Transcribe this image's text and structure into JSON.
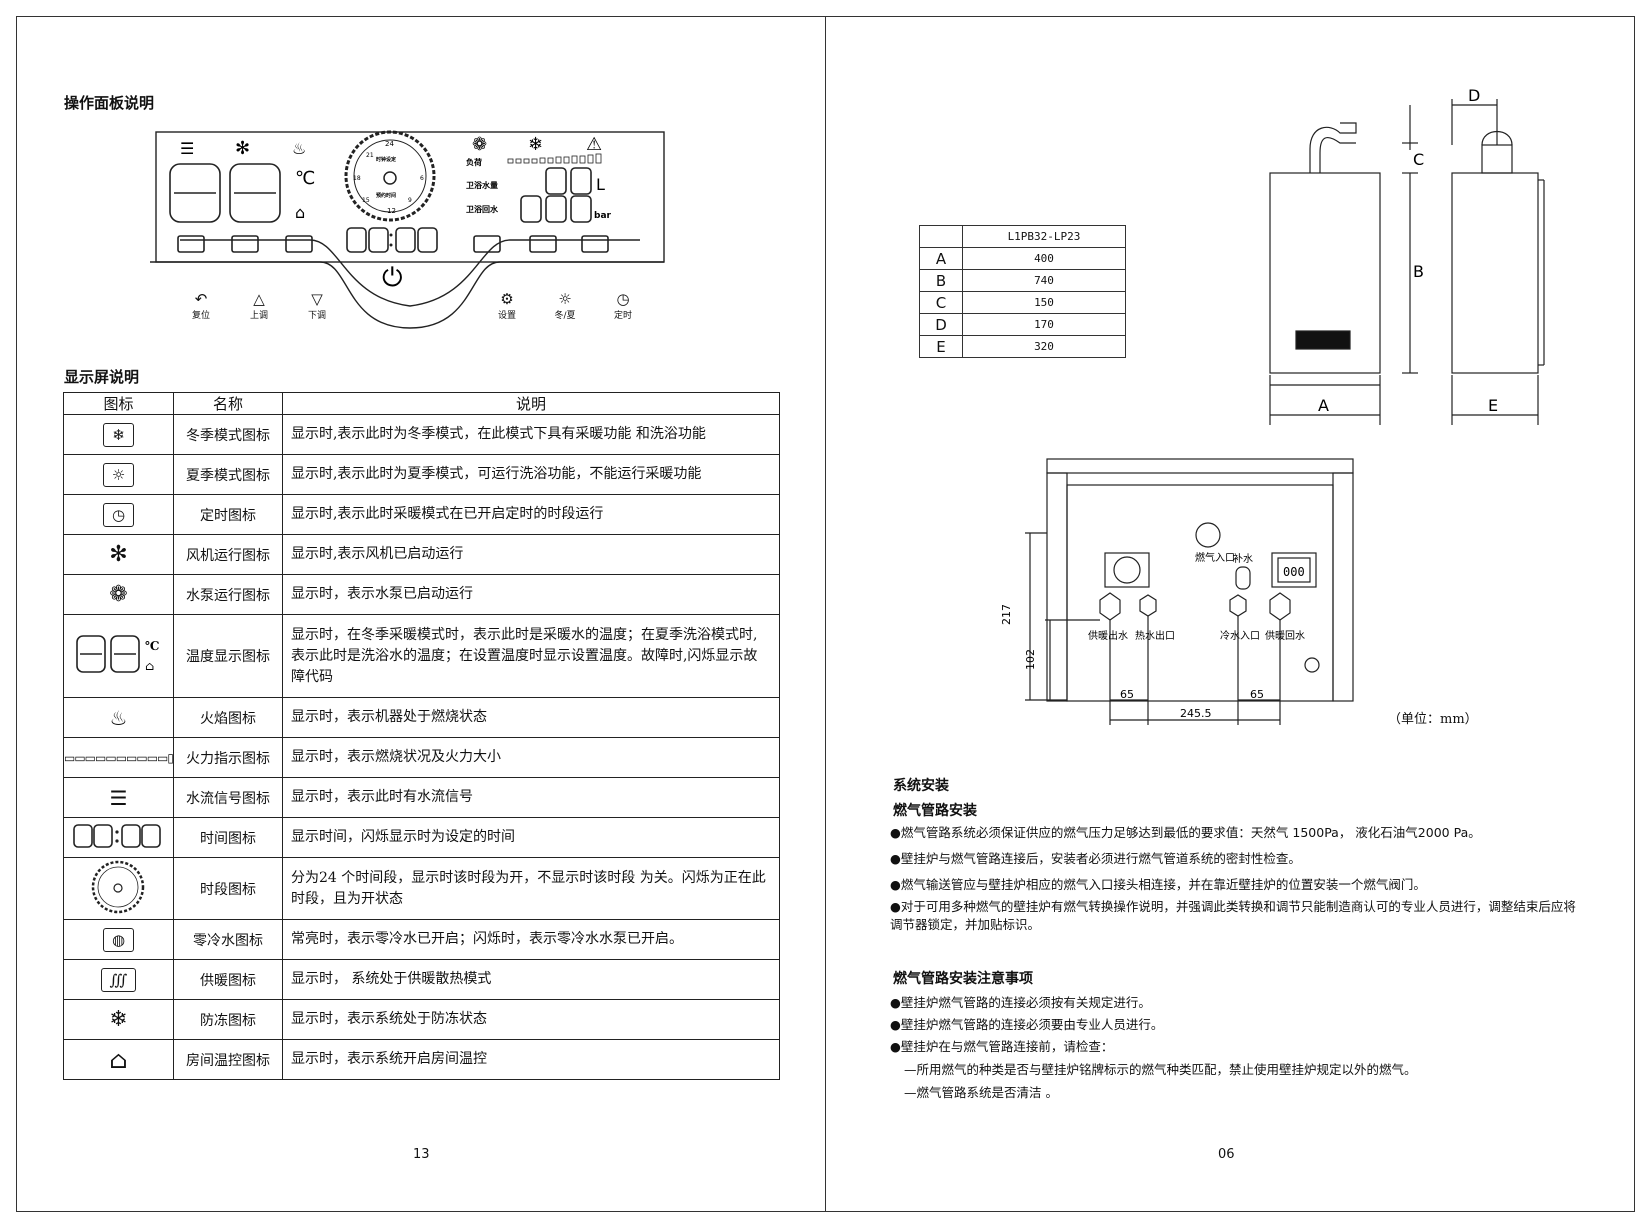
{
  "left_page": {
    "section1_title": "操作面板说明",
    "panel": {
      "readouts": {
        "load": "负荷",
        "dhw_flow": "卫浴水量",
        "dhw_return": "卫浴回水",
        "unit_L": "L",
        "unit_bar": "bar",
        "celsius": "℃"
      },
      "clock": {
        "top": "24",
        "left": "18",
        "right": "6",
        "bottom": "12",
        "n21": "21",
        "n15": "15",
        "n3": "3",
        "n9": "9",
        "inner_top": "时钟设定",
        "inner_bottom": "预约时间"
      },
      "buttons": [
        {
          "label": "复位",
          "icon": "undo-icon"
        },
        {
          "label": "上调",
          "icon": "up-triangle-icon"
        },
        {
          "label": "下调",
          "icon": "down-triangle-icon"
        },
        {
          "label": "设置",
          "icon": "settings-icon"
        },
        {
          "label": "冬/夏",
          "icon": "sun-snow-icon"
        },
        {
          "label": "定时",
          "icon": "timer-icon"
        }
      ]
    },
    "section2_title": "显示屏说明",
    "table": {
      "headers": [
        "图标",
        "名称",
        "说明"
      ],
      "rows": [
        {
          "icon": "snowflake-icon",
          "name": "冬季模式图标",
          "desc": "显示时,表示此时为冬季模式，在此模式下具有采暖功能 和洗浴功能"
        },
        {
          "icon": "sun-icon",
          "name": "夏季模式图标",
          "desc": "显示时,表示此时为夏季模式，可运行洗浴功能，不能运行采暖功能"
        },
        {
          "icon": "clock-icon",
          "name": "定时图标",
          "desc": "显示时,表示此时采暖模式在已开启定时的时段运行"
        },
        {
          "icon": "fan-icon",
          "name": "风机运行图标",
          "desc": "显示时,表示风机已启动运行"
        },
        {
          "icon": "pump-icon",
          "name": "水泵运行图标",
          "desc": "显示时，表示水泵已启动运行"
        },
        {
          "icon": "temperature-display-icon",
          "name": "温度显示图标",
          "desc": "显示时，在冬季采暖模式时，表示此时是采暖水的温度；在夏季洗浴模式时,表示此时是洗浴水的温度；在设置温度时显示设置温度。故障时,闪烁显示故障代码"
        },
        {
          "icon": "flame-icon",
          "name": "火焰图标",
          "desc": "显示时，表示机器处于燃烧状态"
        },
        {
          "icon": "power-level-icon",
          "name": "火力指示图标",
          "desc": "显示时，表示燃烧状况及火力大小"
        },
        {
          "icon": "water-flow-icon",
          "name": "水流信号图标",
          "desc": "显示时，表示此时有水流信号"
        },
        {
          "icon": "time-digits-icon",
          "name": "时间图标",
          "desc": "显示时间，闪烁显示时为设定的时间"
        },
        {
          "icon": "time-period-dial-icon",
          "name": "时段图标",
          "desc": "分为24 个时间段，显示时该时段为开，不显示时该时段 为关。闪烁为正在此时段，且为开状态"
        },
        {
          "icon": "cold-water-icon",
          "name": "零冷水图标",
          "desc": "常亮时，表示零冷水已开启；闪烁时，表示零冷水水泵已开启。"
        },
        {
          "icon": "radiator-icon",
          "name": "供暖图标",
          "desc": "显示时， 系统处于供暖散热模式"
        },
        {
          "icon": "antifreeze-icon",
          "name": "防冻图标",
          "desc": "显示时，表示系统处于防冻状态"
        },
        {
          "icon": "room-thermostat-icon",
          "name": "房间温控图标",
          "desc": "显示时，表示系统开启房间温控"
        }
      ]
    },
    "page_number": "13"
  },
  "right_page": {
    "spec_table": {
      "model": "L1PB32-LP23",
      "rows": [
        {
          "key": "A",
          "value": "400"
        },
        {
          "key": "B",
          "value": "740"
        },
        {
          "key": "C",
          "value": "150"
        },
        {
          "key": "D",
          "value": "170"
        },
        {
          "key": "E",
          "value": "320"
        }
      ]
    },
    "dims": {
      "A": "A",
      "B": "B",
      "C": "C",
      "D": "D",
      "E": "E"
    },
    "bottom_drawing": {
      "gas_inlet": "燃气入口",
      "refill": "补水",
      "display": "000",
      "heating_out": "供暖出水",
      "hot_out": "热水出口",
      "cold_in": "冷水入口",
      "heating_return": "供暖回水",
      "d217": "217",
      "d102": "102",
      "d65a": "65",
      "d2455": "245.5",
      "d65b": "65",
      "unit": "（单位：mm）"
    },
    "section_title": "系统安装",
    "sub1_title": "燃气管路安装",
    "sub1_bullets": [
      "●燃气管路系统必须保证供应的燃气压力足够达到最低的要求值：天然气 1500Pa， 液化石油气2000 Pa。",
      "●壁挂炉与燃气管路连接后，安装者必须进行燃气管道系统的密封性检查。",
      "●燃气输送管应与壁挂炉相应的燃气入口接头相连接，并在靠近壁挂炉的位置安装一个燃气阀门。",
      "●对于可用多种燃气的壁挂炉有燃气转换操作说明，并强调此类转换和调节只能制造商认可的专业人员进行，调整结束后应将调节器锁定，并加贴标识。"
    ],
    "sub2_title": "燃气管路安装注意事项",
    "sub2_bullets": [
      "●壁挂炉燃气管路的连接必须按有关规定进行。",
      "●壁挂炉燃气管路的连接必须要由专业人员进行。",
      "●壁挂炉在与燃气管路连接前，请检查：",
      "—所用燃气的种类是否与壁挂炉铭牌标示的燃气种类匹配，禁止使用壁挂炉规定以外的燃气。",
      "—燃气管路系统是否清洁 。"
    ],
    "page_number": "06"
  }
}
